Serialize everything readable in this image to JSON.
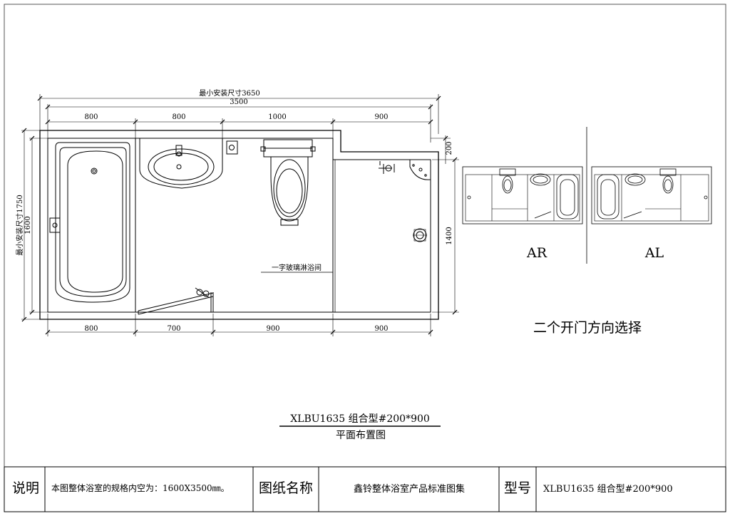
{
  "plan": {
    "dim_min_install_width": "最小安装尺寸3650",
    "dim_total_width": "3500",
    "dims_top": [
      "800",
      "800",
      "1000",
      "900"
    ],
    "dims_bottom": [
      "800",
      "700",
      "900",
      "900"
    ],
    "dim_min_install_height": "最小安装尺寸1750",
    "dim_height": "1600",
    "dim_right_1400": "1400",
    "dim_right_200": "200",
    "shower_label": "一字玻璃淋浴间"
  },
  "variants": {
    "ar_label": "AR",
    "al_label": "AL",
    "caption": "二个开门方向选择"
  },
  "title": {
    "model": "XLBU1635 组合型#200*900",
    "subtitle": "平面布置图"
  },
  "title_block": {
    "note_head": "说明",
    "note_text": "本图整体浴室的规格内空为：1600X3500㎜。",
    "drawing_name_head": "图纸名称",
    "drawing_name": "鑫铃整体浴室产品标准图集",
    "model_head": "型号",
    "model_value": "XLBU1635 组合型#200*900"
  }
}
